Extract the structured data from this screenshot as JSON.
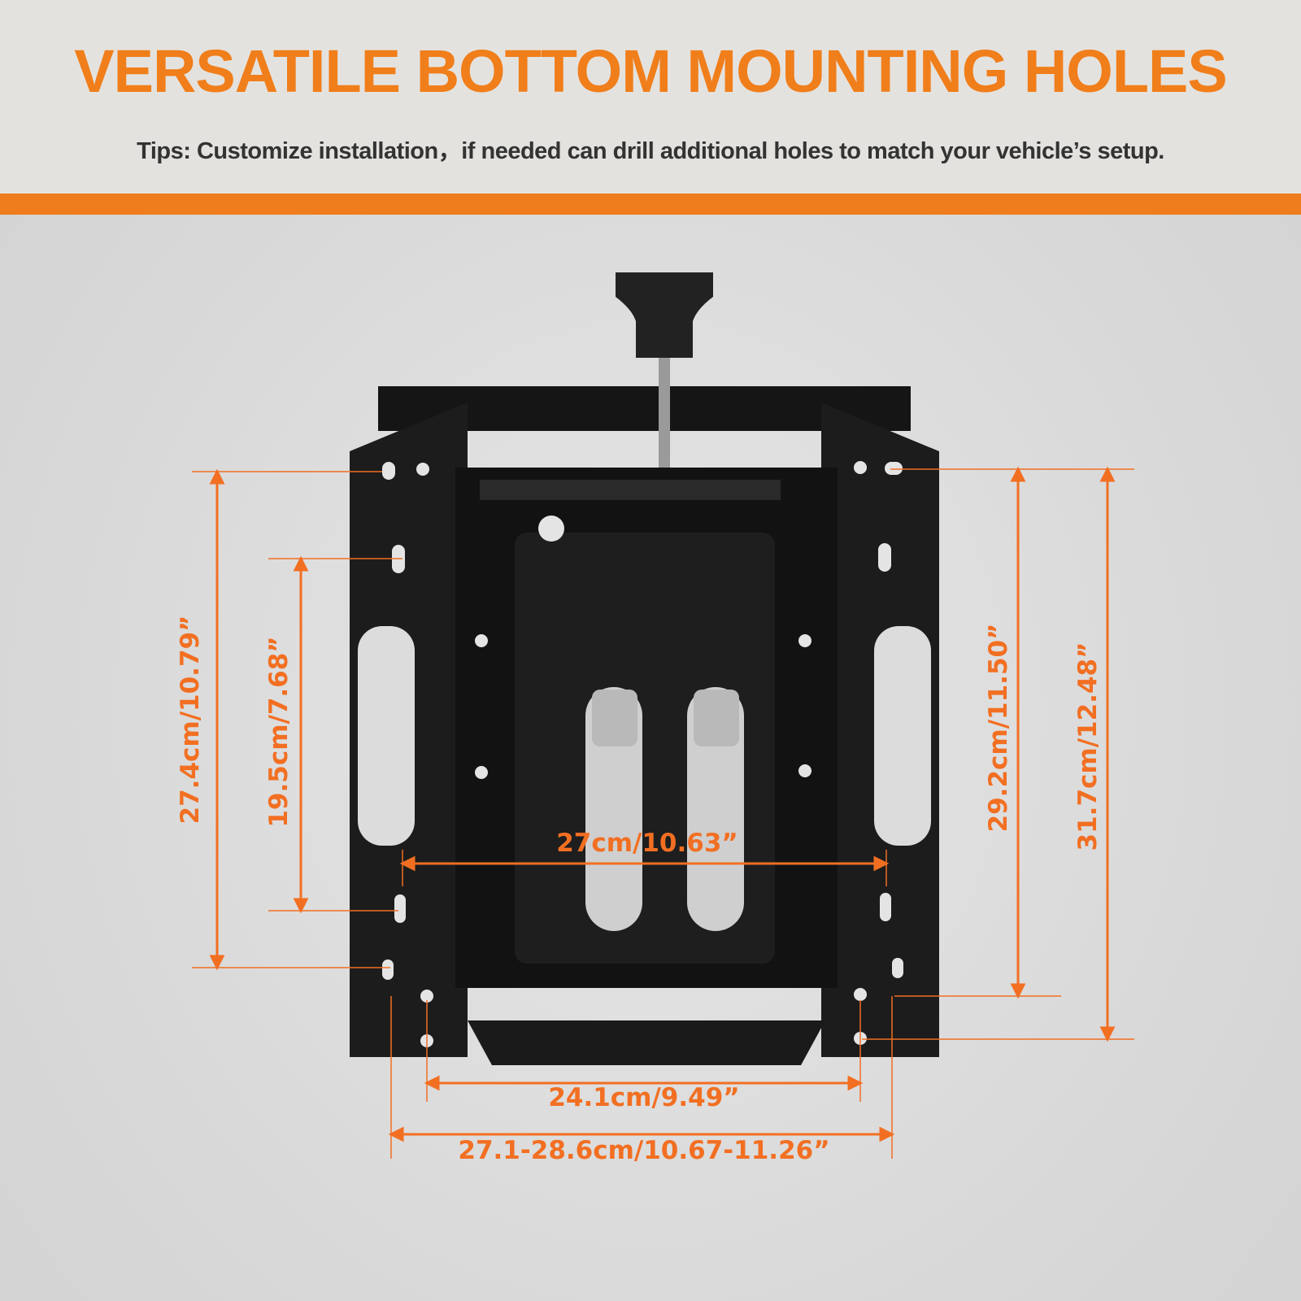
{
  "header": {
    "title": "VERSATILE BOTTOM MOUNTING HOLES",
    "tips": "Tips: Customize installation，if needed can drill additional holes to match your vehicle’s setup."
  },
  "colors": {
    "accent": "#ef7c1d",
    "dimension": "#f26f22",
    "bracket": "#1a1a1a"
  },
  "dimensions": {
    "left_outer_height": "27.4cm/10.79”",
    "left_inner_height": "19.5cm/7.68”",
    "right_inner_height": "29.2cm/11.50”",
    "right_outer_height": "31.7cm/12.48”",
    "middle_width": "27cm/10.63”",
    "bottom_inner_width": "24.1cm/9.49”",
    "bottom_outer_width": "27.1-28.6cm/10.67-11.26”"
  }
}
